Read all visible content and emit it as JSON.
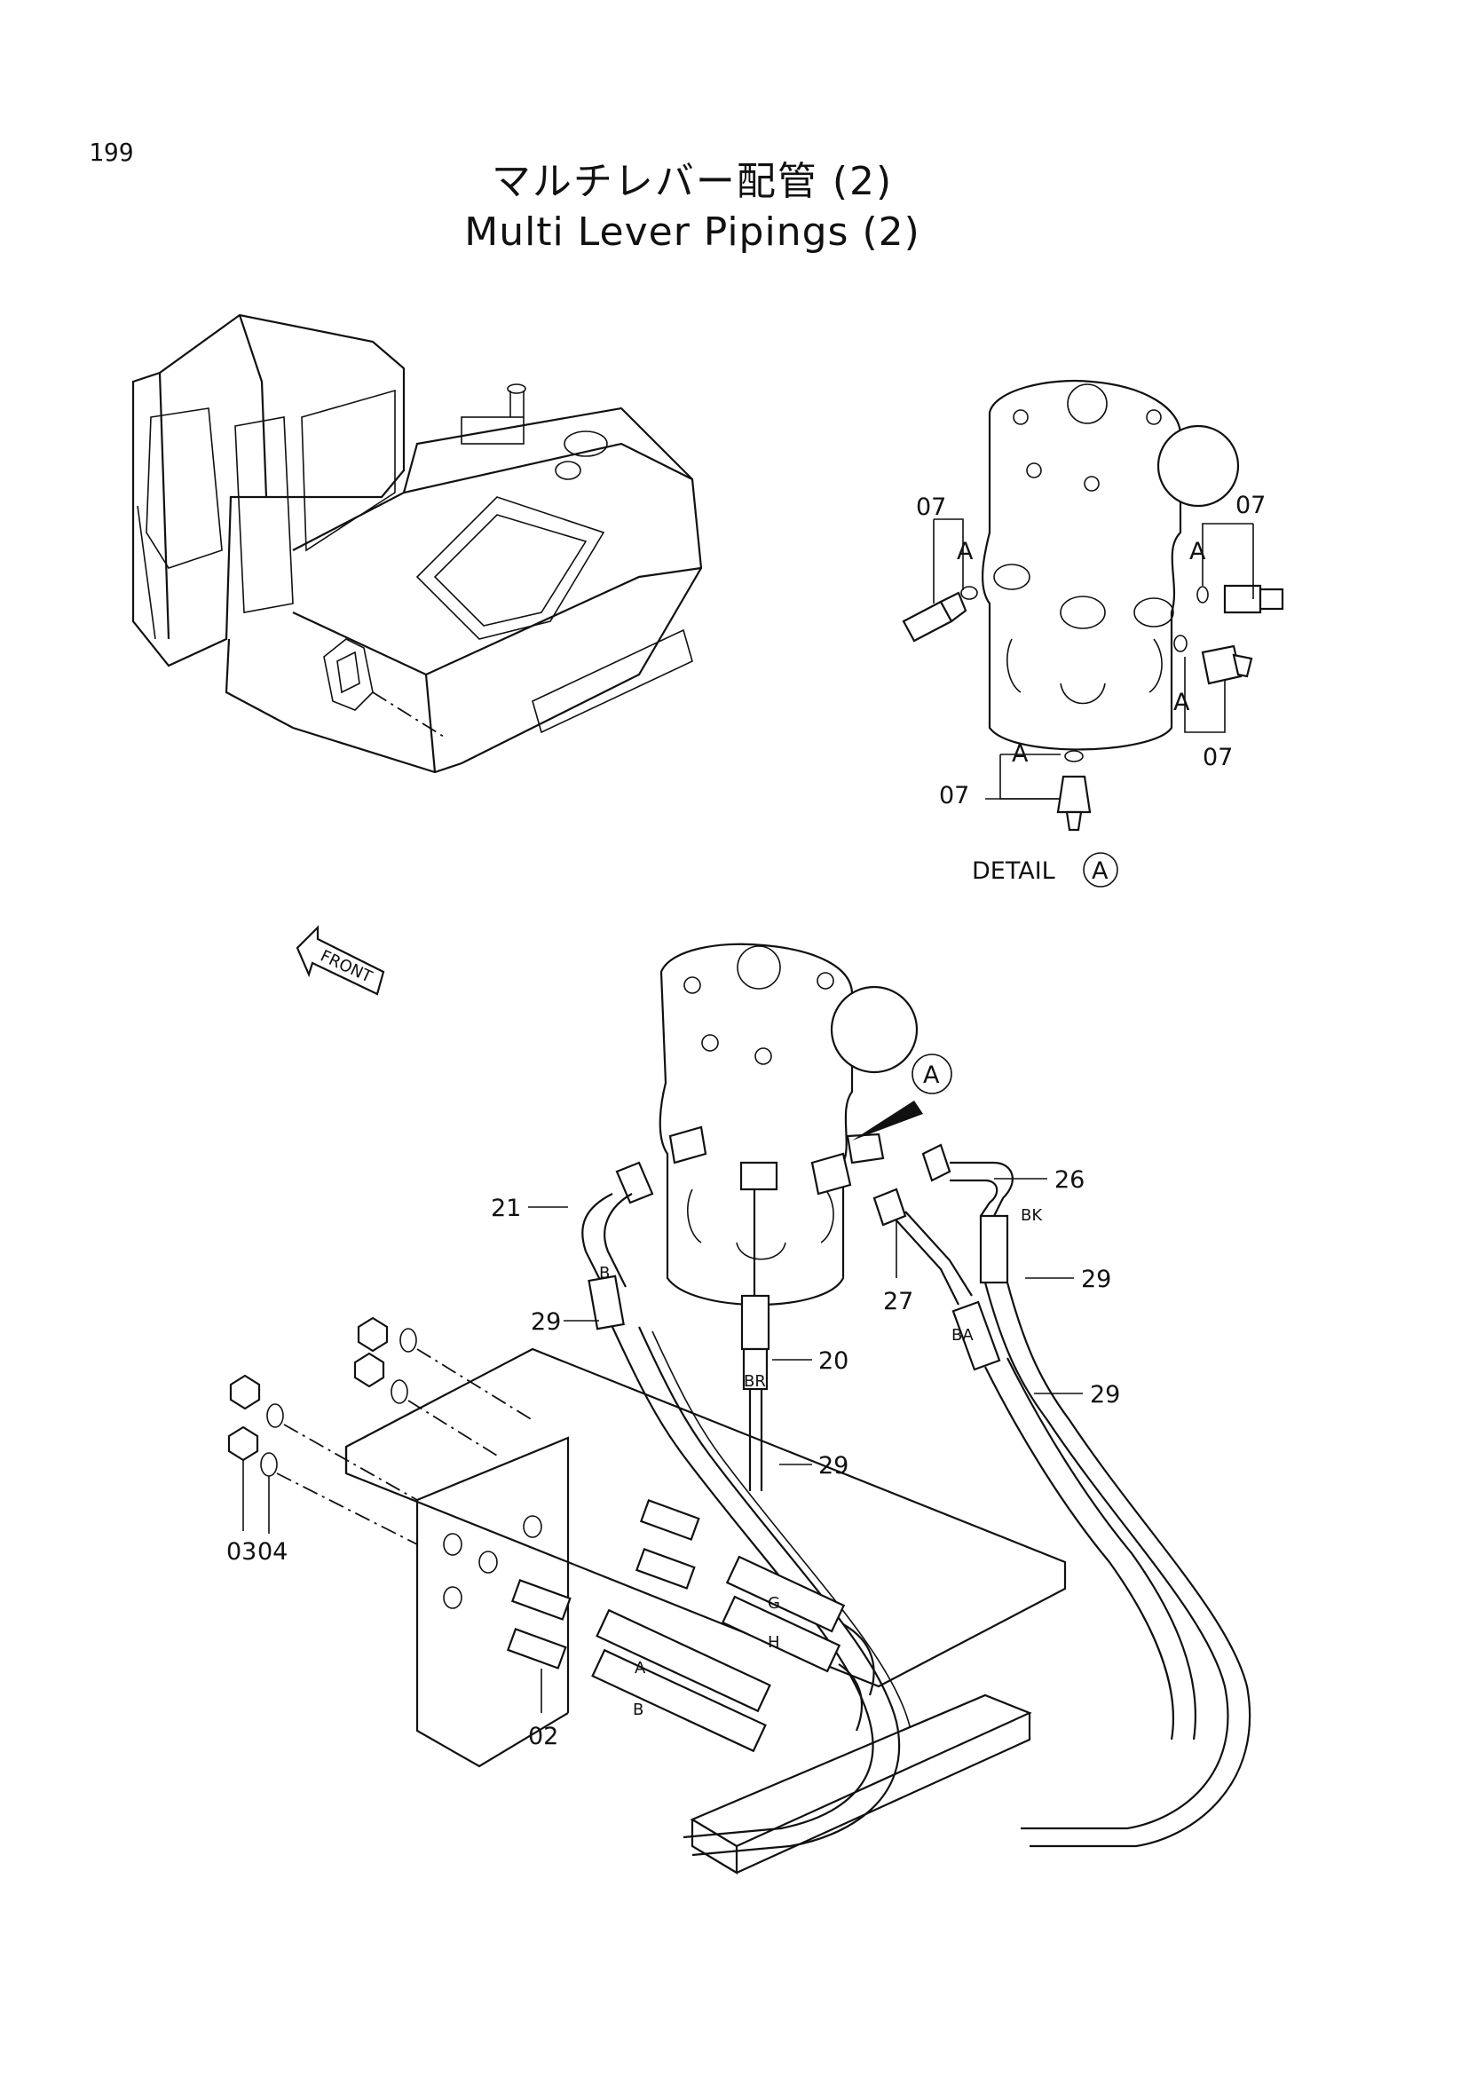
{
  "page_number": "199",
  "title_jp": "マルチレバー配管 (2)",
  "title_en": "Multi Lever Pipings (2)",
  "detail": {
    "label": "DETAIL",
    "marker": "A"
  },
  "front_label": "FRONT",
  "callout_marker": "A",
  "detail_labels": {
    "left_top_part": "07",
    "left_top_a": "A",
    "right_top_part": "07",
    "right_top_a": "A",
    "right_bottom_a": "A",
    "right_bottom_part": "07",
    "bottom_a": "A",
    "bottom_part": "07"
  },
  "main_labels": {
    "p21": "21",
    "p26": "26",
    "p29a": "29",
    "p29b": "29",
    "p29c": "29",
    "p29d": "29",
    "p20": "20",
    "p27": "27",
    "p03": "03",
    "p04": "04",
    "p02": "02"
  },
  "hose_tags": {
    "b_upper": "B",
    "br": "BR",
    "bk": "BK",
    "ba": "BA",
    "g": "G",
    "h": "H",
    "a": "A",
    "b_lower": "B"
  }
}
